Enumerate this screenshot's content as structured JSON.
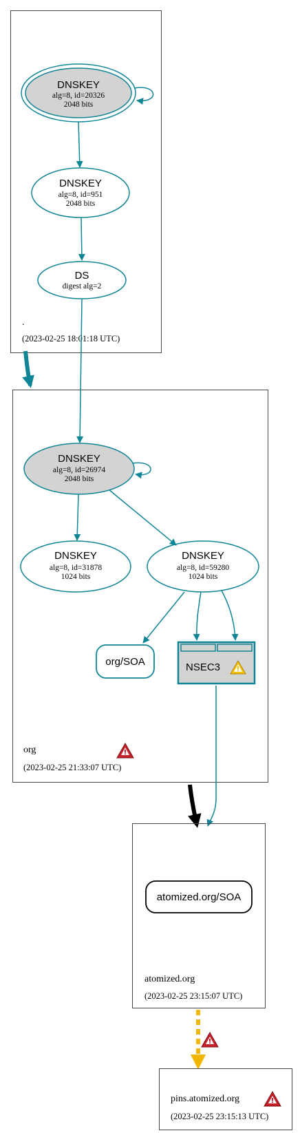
{
  "zones": {
    "root": {
      "name": ".",
      "timestamp": "(2023-02-25 18:01:18 UTC)"
    },
    "org": {
      "name": "org",
      "timestamp": "(2023-02-25 21:33:07 UTC)"
    },
    "atomized": {
      "name": "atomized.org",
      "timestamp": "(2023-02-25 23:15:07 UTC)"
    },
    "pins": {
      "name": "pins.atomized.org",
      "timestamp": "(2023-02-25 23:15:13 UTC)"
    }
  },
  "nodes": {
    "root_ksk": {
      "title": "DNSKEY",
      "line1": "alg=8, id=20326",
      "line2": "2048 bits"
    },
    "root_zsk": {
      "title": "DNSKEY",
      "line1": "alg=8, id=951",
      "line2": "2048 bits"
    },
    "org_ds": {
      "title": "DS",
      "line1": "digest alg=2"
    },
    "org_ksk": {
      "title": "DNSKEY",
      "line1": "alg=8, id=26974",
      "line2": "2048 bits"
    },
    "org_zsk1": {
      "title": "DNSKEY",
      "line1": "alg=8, id=31878",
      "line2": "1024 bits"
    },
    "org_zsk2": {
      "title": "DNSKEY",
      "line1": "alg=8, id=59280",
      "line2": "1024 bits"
    },
    "org_soa": {
      "label": "org/SOA"
    },
    "org_nsec3": {
      "label": "NSEC3"
    },
    "atomized_soa": {
      "label": "atomized.org/SOA"
    }
  },
  "colors": {
    "teal": "#0f8596",
    "black": "#000000",
    "insecure": "#f2b705",
    "key_fill": "#d3d3d3",
    "error_red": "#c8202a",
    "warning_yellow": "#f4c20d"
  },
  "icons": {
    "org_zone_status": "error-triangle-icon",
    "nsec3_status": "warning-triangle-icon",
    "delegation_status": "error-triangle-icon",
    "pins_zone_status": "error-triangle-icon"
  }
}
